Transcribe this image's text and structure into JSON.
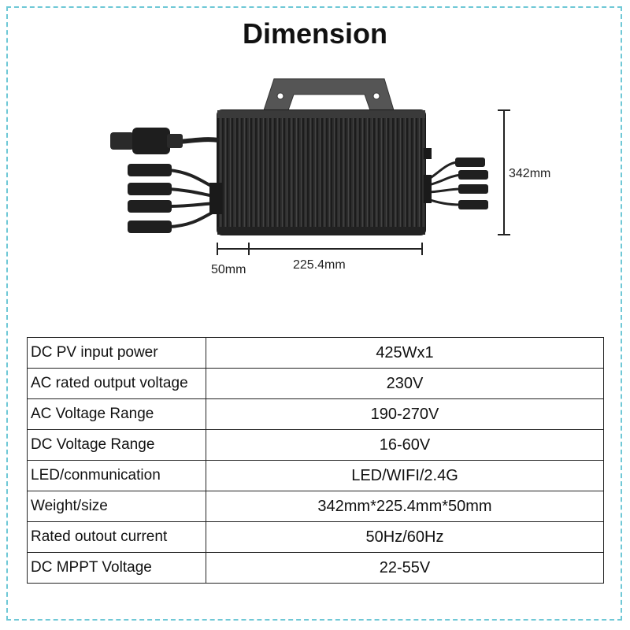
{
  "title": "Dimension",
  "dimensions": {
    "height": "342mm",
    "width": "225.4mm",
    "depth": "50mm"
  },
  "colors": {
    "frame_border": "#6fc8d6",
    "device_body": "#2b2b2b",
    "line": "#222222"
  },
  "specs": [
    {
      "label": "DC PV input power",
      "value": "425Wx1"
    },
    {
      "label": "AC rated output voltage",
      "value": "230V"
    },
    {
      "label": "AC Voltage Range",
      "value": "190-270V"
    },
    {
      "label": "DC Voltage Range",
      "value": "16-60V"
    },
    {
      "label": "LED/conmunication",
      "value": "LED/WIFI/2.4G"
    },
    {
      "label": "Weight/size",
      "value": "342mm*225.4mm*50mm"
    },
    {
      "label": "Rated outout current",
      "value": "50Hz/60Hz"
    },
    {
      "label": "DC MPPT Voltage",
      "value": "22-55V"
    }
  ]
}
